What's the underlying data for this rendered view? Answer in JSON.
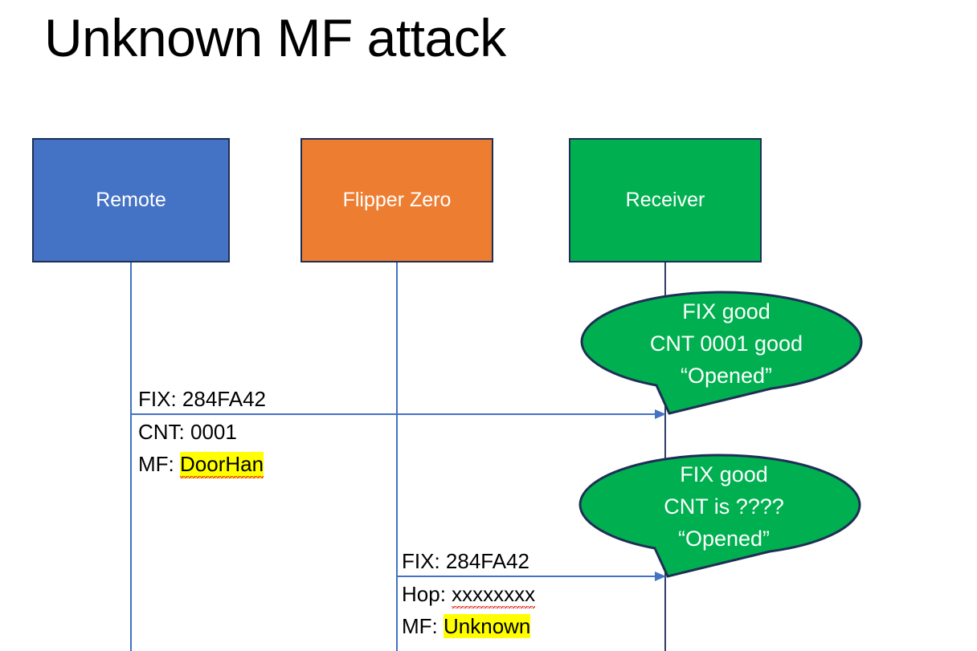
{
  "slide": {
    "title": "Unknown MF attack",
    "background_color": "#FFFFFF"
  },
  "colors": {
    "remote_blue": "#4472C4",
    "flipper_orange": "#ED7D31",
    "receiver_green": "#00B050",
    "box_border": "#1F2F54",
    "arrow_blue": "#4472C4",
    "highlight_yellow": "#FFFF00",
    "text_black": "#000000",
    "text_white": "#FFFFFF"
  },
  "actors": [
    {
      "id": "remote",
      "label": "Remote"
    },
    {
      "id": "flipper",
      "label": "Flipper Zero"
    },
    {
      "id": "receiver",
      "label": "Receiver"
    }
  ],
  "messages": [
    {
      "id": "msg1",
      "from": "remote",
      "to": "receiver",
      "line1": "FIX: 284FA42",
      "line2": "CNT: 0001",
      "line3_prefix": "MF: ",
      "line3_value": "DoorHan"
    },
    {
      "id": "msg2",
      "from": "flipper",
      "to": "receiver",
      "line1": "FIX: 284FA42",
      "line2_prefix": "Hop: ",
      "line2_value": "xxxxxxxx",
      "line3_prefix": "MF: ",
      "line3_value": "Unknown"
    }
  ],
  "callouts": [
    {
      "id": "callout1",
      "line1": "FIX good",
      "line2": "CNT 0001 good",
      "line3": "“Opened”"
    },
    {
      "id": "callout2",
      "line1": "FIX good",
      "line2": "CNT is ????",
      "line3": "“Opened”"
    }
  ]
}
